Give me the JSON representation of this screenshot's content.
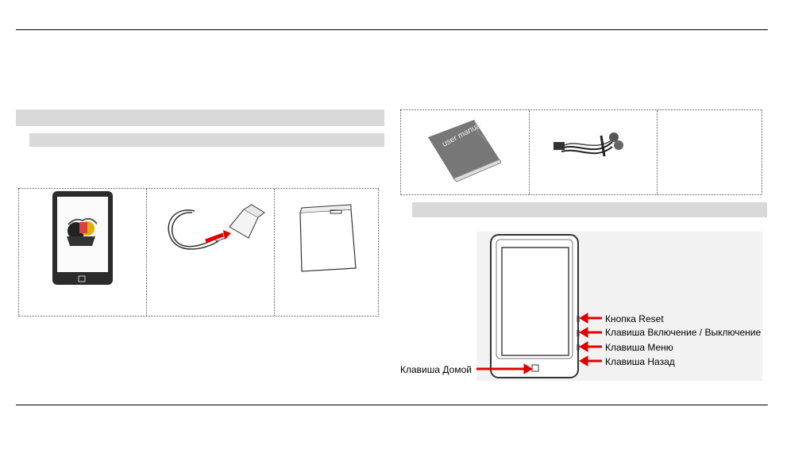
{
  "callouts": {
    "reset": "Кнопка Reset",
    "power": "Клавиша Включение / Выключение",
    "menu": "Клавиша Меню",
    "back": "Клавиша Назад",
    "home": "Клавиша Домой"
  },
  "manual_text": "user manual",
  "colors": {
    "accent_arrow": "#e00000",
    "section_bar": "#d9d9d9"
  },
  "icons": [
    "tablet-icon",
    "charger-icon",
    "battery-icon",
    "manual-icon",
    "earphones-icon",
    "device-diagram-icon"
  ]
}
